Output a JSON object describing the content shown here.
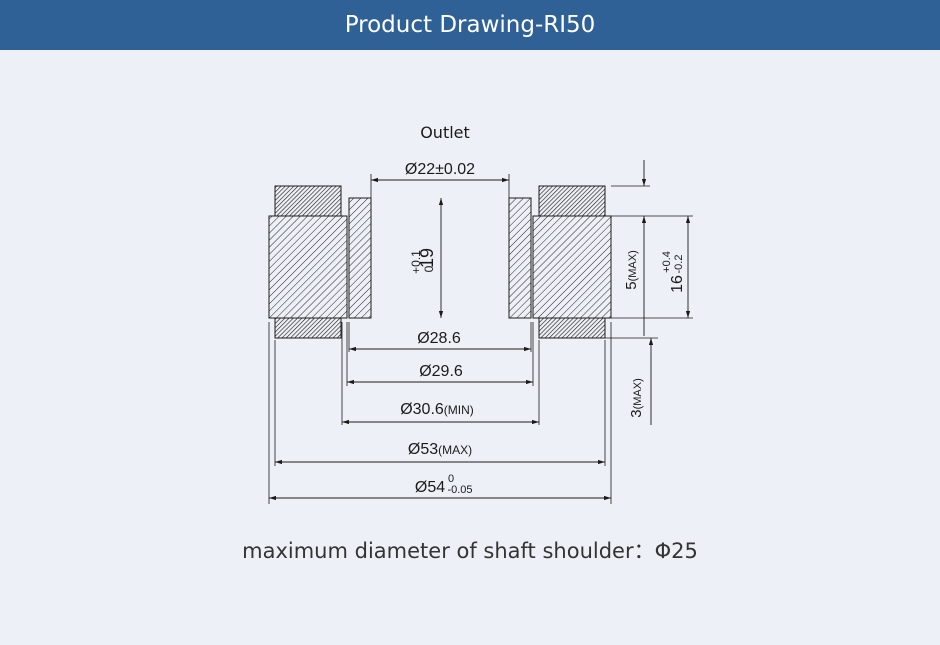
{
  "header": {
    "title": "Product Drawing-RI50"
  },
  "drawing": {
    "outlet_label": "Outlet",
    "dims": {
      "d22": {
        "base": "Ø22±0.02"
      },
      "height19": {
        "base": "19",
        "sup": "+0.1",
        "sub": "0"
      },
      "h5": {
        "base": "5",
        "small": "(MAX)"
      },
      "h16": {
        "base": "16",
        "sup": "+0.4",
        "sub": "-0.2"
      },
      "d28": {
        "base": "Ø28.6"
      },
      "d29": {
        "base": "Ø29.6"
      },
      "d30": {
        "base": "Ø30.6",
        "small": "(MIN)"
      },
      "h3": {
        "base": "3",
        "small": "(MAX)"
      },
      "d53": {
        "base": "Ø53",
        "small": "(MAX)"
      },
      "d54": {
        "base": "Ø54",
        "sup": "0",
        "sub": "-0.05"
      }
    }
  },
  "caption": {
    "text": "maximum diameter of shaft shoulder：Φ25"
  },
  "colors": {
    "header_bg": "#2f6196",
    "page_bg": "#edf1f7",
    "line": "#1a1a1a"
  }
}
